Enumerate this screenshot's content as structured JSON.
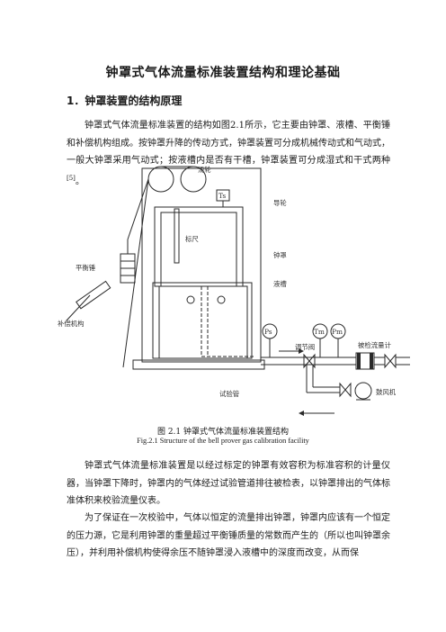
{
  "title": "钟罩式气体流量标准装置结构和理论基础",
  "section": {
    "number": "1．",
    "heading": "钟罩装置的结构原理"
  },
  "paragraphs": {
    "p1": "钟罩式气体流量标准装置的结构如图2.1所示，它主要由钟罩、液槽、平衡锤和补偿机构组成。按钟罩升降的传动方式，钟罩装置可分成机械传动式和气动式，一般大钟罩采用气动式；按液槽内是否有干槽，钟罩装置可分成湿式和干式两种",
    "p1_ref": "[5]",
    "p1_end": "。",
    "p2": "钟罩式气体流量标准装置是以经过标定的钟罩有效容积为标准容积的计量仪器，当钟罩下降时，钟罩内的气体经过试验管道排往被检表，以钟罩排出的气体标准体积来校验流量仪表。",
    "p3": "为了保证在一次校验中，气体以恒定的流量排出钟罩，钟罩内应该有一个恒定的压力源，它是利用钟罩的重量超过平衡锤质量的常数而产生的（所以也叫钟罩余压），并利用补偿机构使得余压不随钟罩浸入液槽中的深度而改变，从而保"
  },
  "figure": {
    "labels": {
      "pulley": "滑轮",
      "guide": "导轮",
      "ts": "Ts",
      "scale": "标尺",
      "counterweight": "平衡锤",
      "bell": "钟罩",
      "tank": "液槽",
      "compensation": "补偿机构",
      "ps": "Ps",
      "tm": "Tm",
      "pm": "Pm",
      "valve": "调节阀",
      "meter": "被检流量计",
      "test_pipe": "试验管",
      "fan": "鼓风机"
    },
    "caption_cn": "图 2.1  钟罩式气体流量标准装置结构",
    "caption_en": "Fig.2.1 Structure of the bell prover gas calibration facility"
  }
}
